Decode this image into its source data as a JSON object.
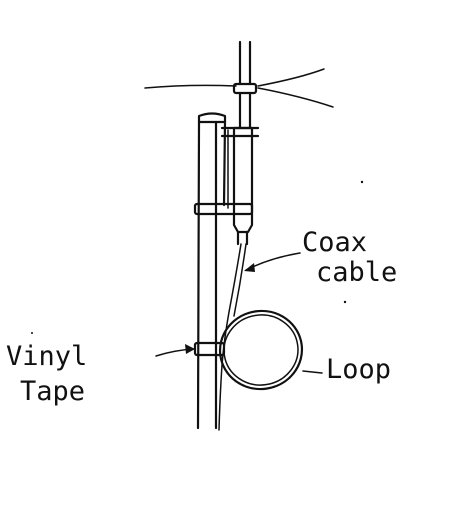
{
  "diagram": {
    "labels": {
      "coax_line1": "Coax",
      "coax_line2": "cable",
      "vinyl_line1": "Vinyl",
      "vinyl_line2": "Tape",
      "loop": "Loop"
    },
    "ink_color": "#111111",
    "background": "#ffffff"
  }
}
